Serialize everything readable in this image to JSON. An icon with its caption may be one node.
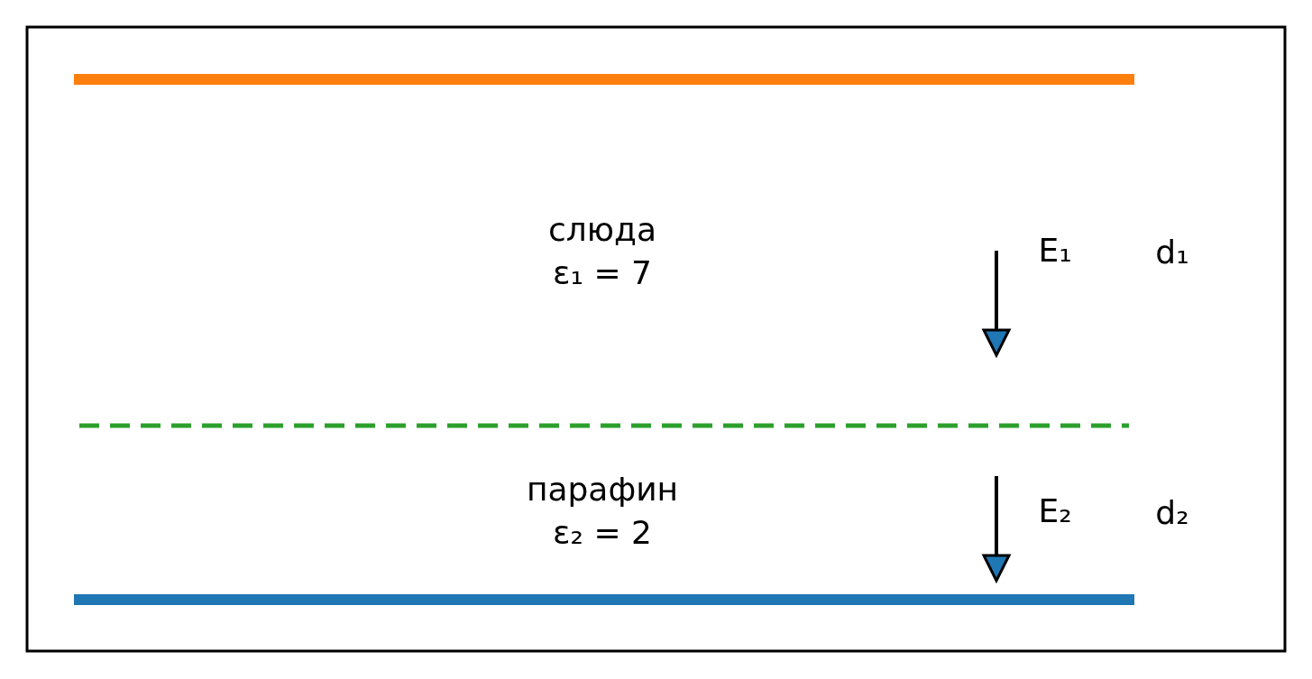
{
  "diagram": {
    "labels": [
      "слюда",
      "ε₁ = 7",
      "E₁",
      "d₁",
      "парафин",
      "ε₂ = 2",
      "E₂",
      "d₂"
    ]
  }
}
